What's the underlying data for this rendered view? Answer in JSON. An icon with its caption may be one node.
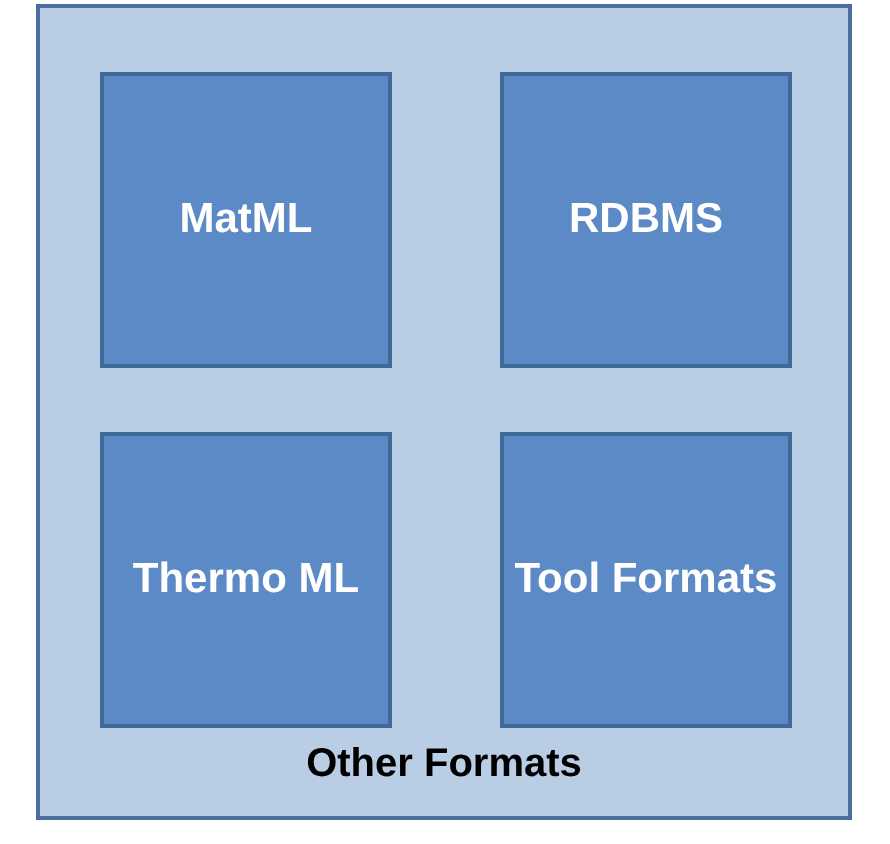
{
  "diagram": {
    "nodes": [
      {
        "text": [
          "Other Formats"
        ]
      },
      {
        "text": [
          "MatML"
        ],
        "in": 0
      },
      {
        "text": [
          "RDBMS"
        ],
        "in": 0
      },
      {
        "text": [
          "Thermo ML"
        ],
        "in": 0
      },
      {
        "text": [
          "Tool Formats"
        ],
        "in": 0
      }
    ]
  }
}
